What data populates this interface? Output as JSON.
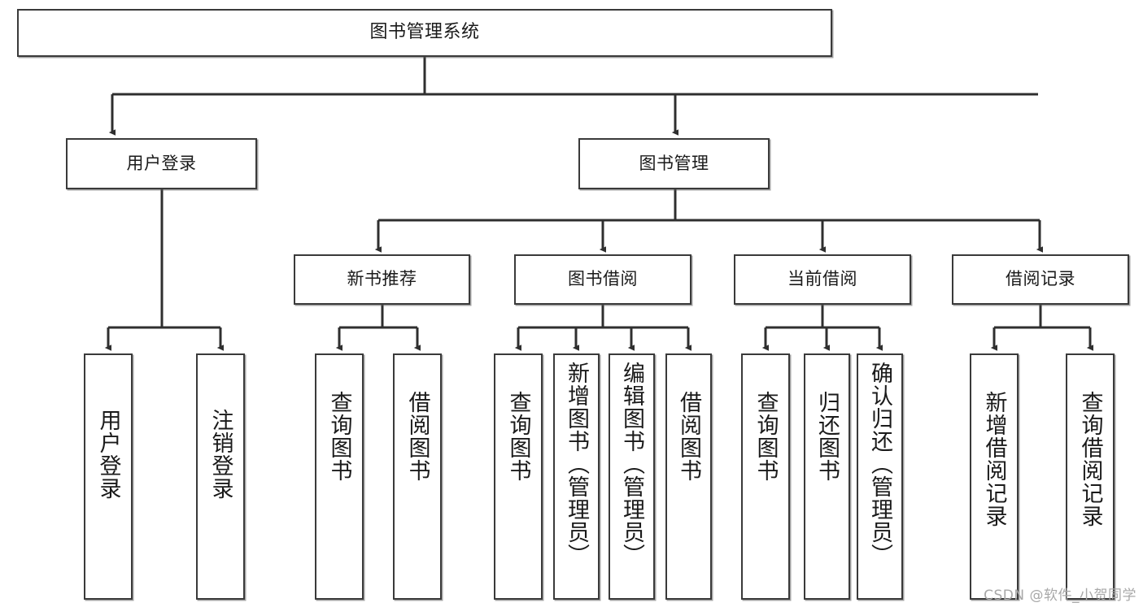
{
  "diagram": {
    "title": "图书管理系统",
    "type": "tree-hierarchy",
    "watermark": "CSDN @软件_小贺同学",
    "colors": {
      "box_border": "#3a3a3a",
      "box_fill": "#ffffff",
      "edge": "#2f2f2f",
      "text": "#1a1a1a",
      "watermark": "#a8a8a8"
    }
  },
  "nodes": {
    "root": {
      "label": "图书管理系统"
    },
    "level1": [
      {
        "label": "用户登录"
      },
      {
        "label": "图书管理"
      }
    ],
    "level2": [
      {
        "label": "新书推荐"
      },
      {
        "label": "图书借阅"
      },
      {
        "label": "当前借阅"
      },
      {
        "label": "借阅记录"
      }
    ],
    "leaves": {
      "user_login": [
        {
          "label": "用户登录"
        },
        {
          "label": "注销登录"
        }
      ],
      "new_book": [
        {
          "label": "查询图书"
        },
        {
          "label": "借阅图书"
        }
      ],
      "book_borrow": [
        {
          "label": "查询图书"
        },
        {
          "label": "新增图书（管理员）"
        },
        {
          "label": "编辑图书（管理员）"
        },
        {
          "label": "借阅图书"
        }
      ],
      "current_borrow": [
        {
          "label": "查询图书"
        },
        {
          "label": "归还图书"
        },
        {
          "label": "确认归还（管理员）"
        }
      ],
      "borrow_record": [
        {
          "label": "新增借阅记录"
        },
        {
          "label": "查询借阅记录"
        }
      ]
    }
  }
}
